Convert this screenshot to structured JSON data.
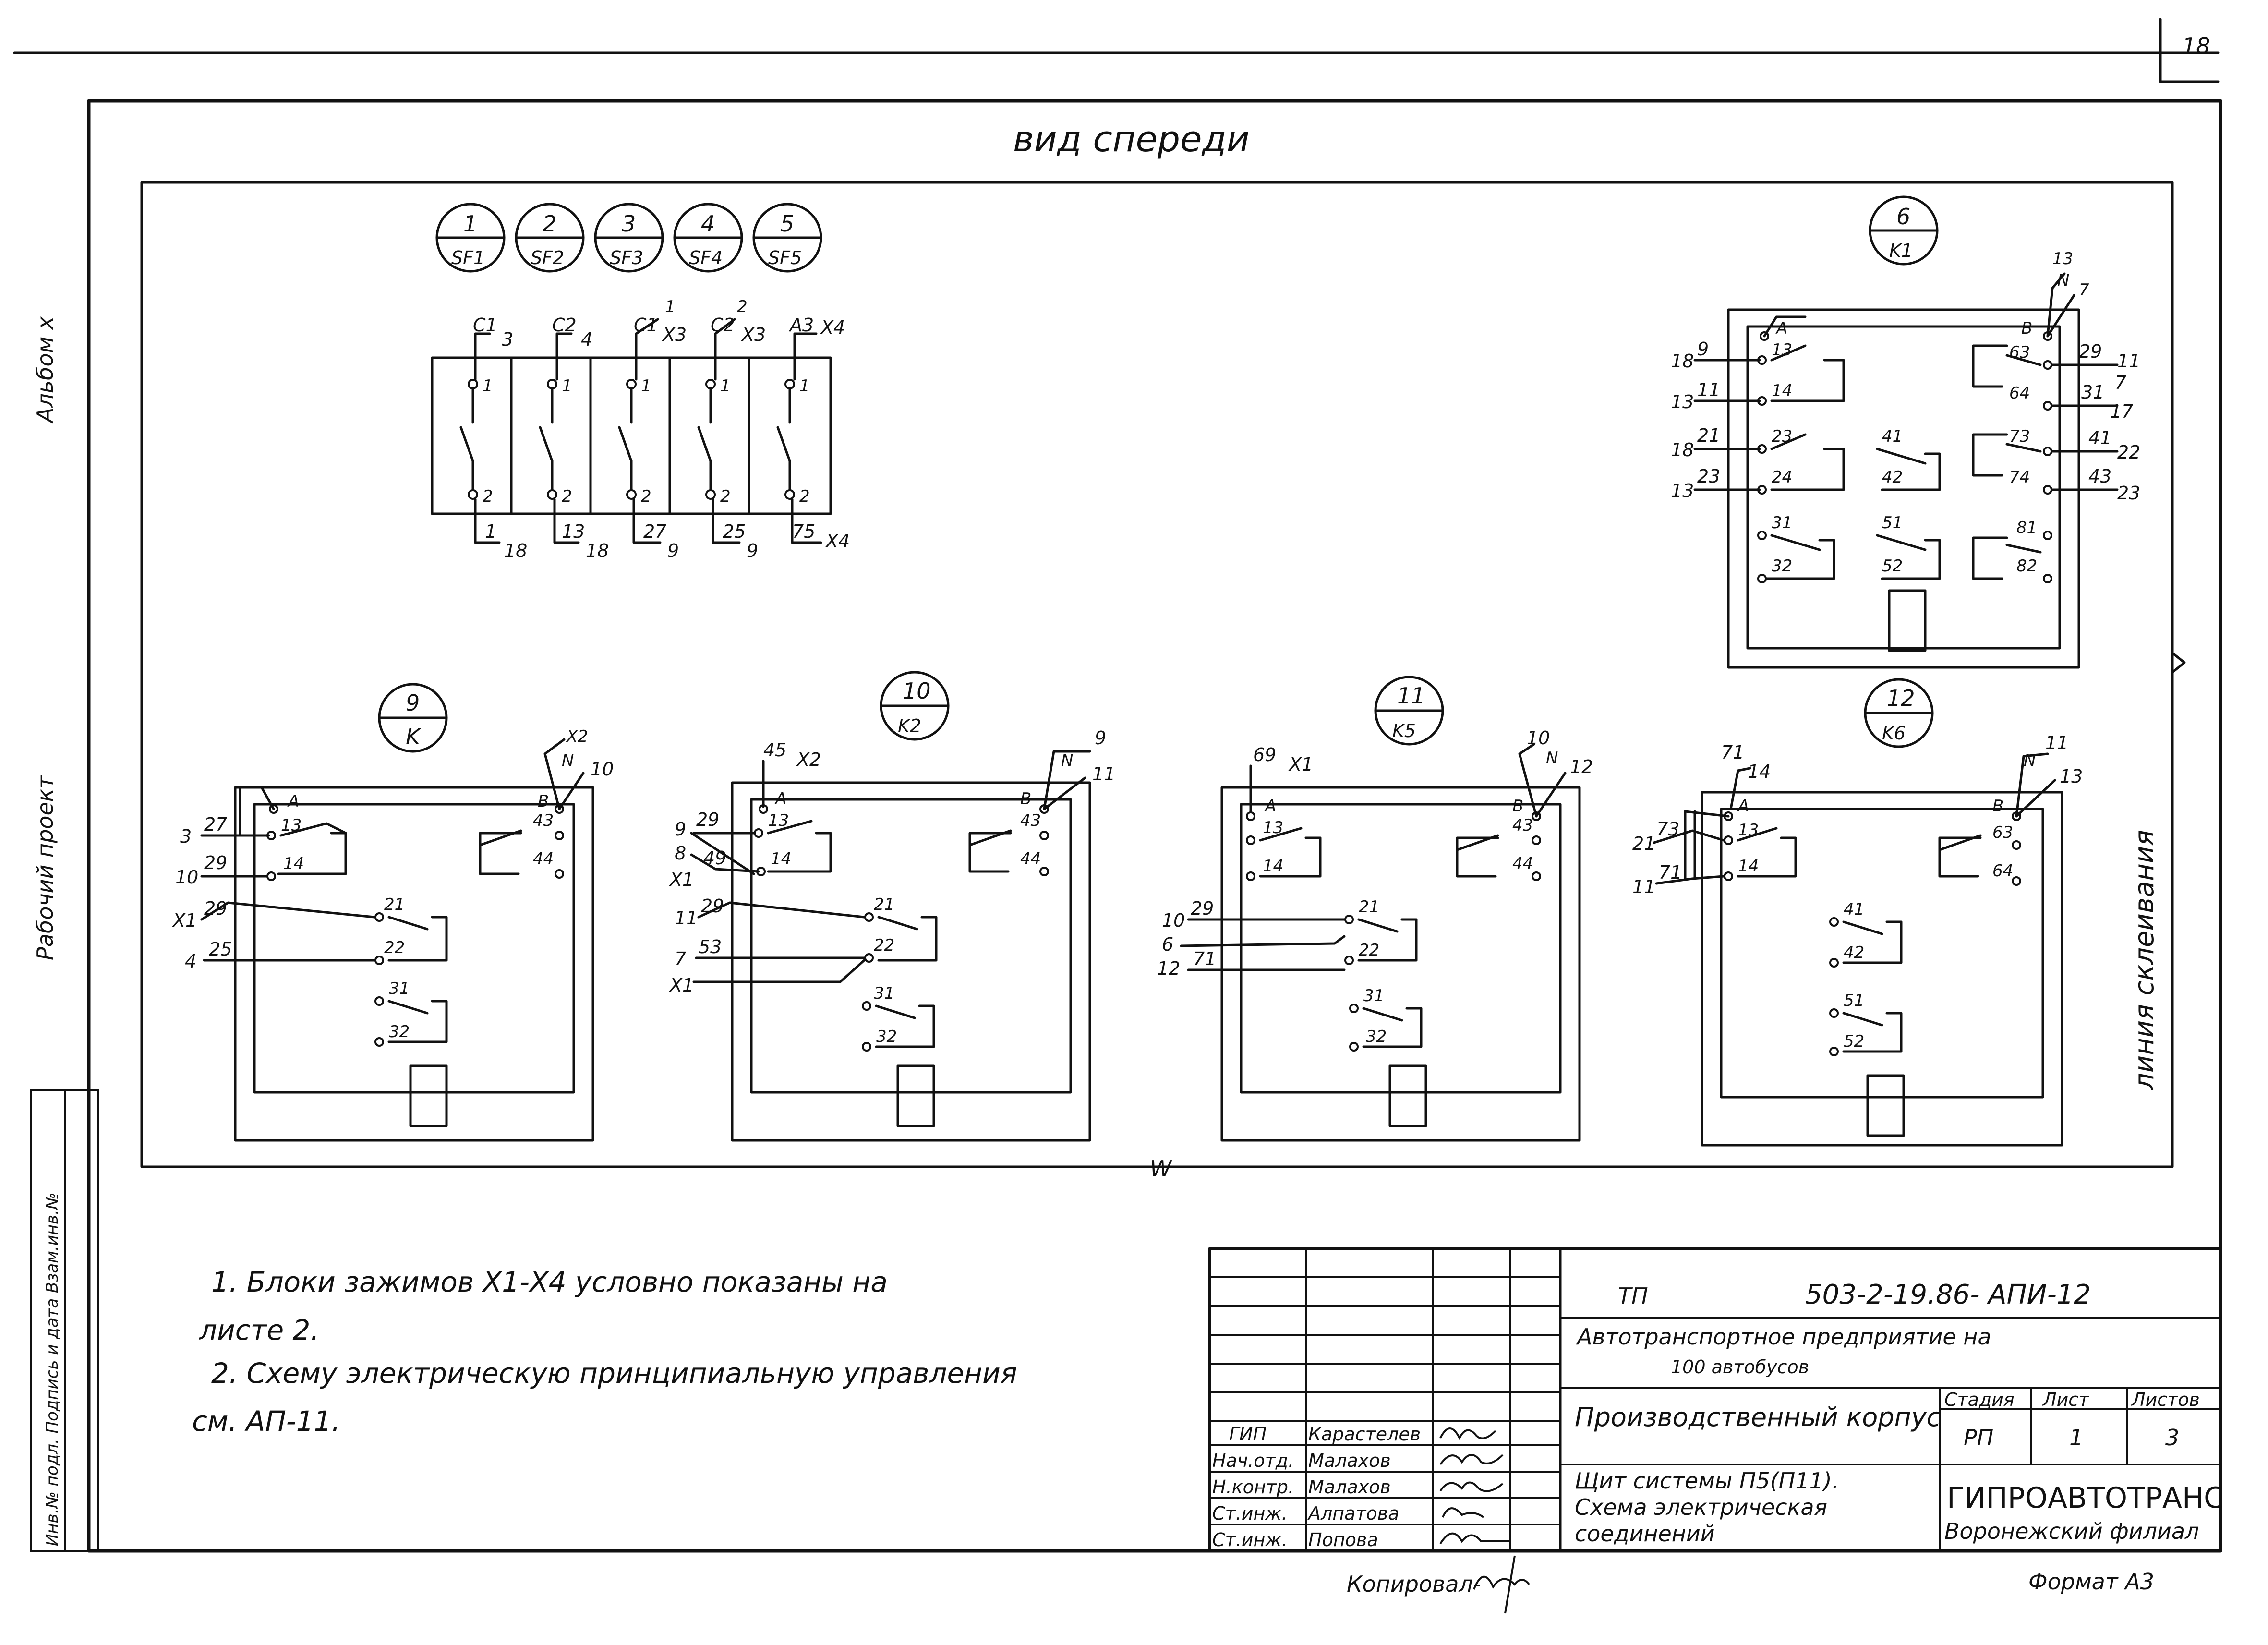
{
  "sheet_number": "18",
  "margin_labels": {
    "album": "Альбом х",
    "project": "Рабочий проект",
    "stamp": "Инв.№ подл. Подпись и дата Взам.инв.№"
  },
  "view_title": "вид спереди",
  "glue_line": "линия склеивания",
  "break_mark": "W",
  "breakers": [
    {
      "num": "1",
      "code": "SF1",
      "top_wire": "C1",
      "top_dest": "3",
      "pin_top": "1",
      "pin_bot": "2",
      "bot_wire": "1",
      "bot_dest": "18"
    },
    {
      "num": "2",
      "code": "SF2",
      "top_wire": "C2",
      "top_dest": "4",
      "pin_top": "1",
      "pin_bot": "2",
      "bot_wire": "13",
      "bot_dest": "18"
    },
    {
      "num": "3",
      "code": "SF3",
      "top_wire": "C1",
      "top_dest": "X3",
      "top_extra": "1",
      "pin_top": "1",
      "pin_bot": "2",
      "bot_wire": "27",
      "bot_dest": "9"
    },
    {
      "num": "4",
      "code": "SF4",
      "top_wire": "C2",
      "top_dest": "X3",
      "top_extra": "2",
      "pin_top": "1",
      "pin_bot": "2",
      "bot_wire": "25",
      "bot_dest": "9"
    },
    {
      "num": "5",
      "code": "SF5",
      "top_wire": "A3",
      "top_dest": "X4",
      "pin_top": "1",
      "pin_bot": "2",
      "bot_wire": "75",
      "bot_dest": "X4"
    }
  ],
  "relay_k1": {
    "num": "6",
    "code": "K1",
    "coil_a": "A",
    "coil_b": "B",
    "n": "N",
    "top_right": [
      "13",
      "7"
    ],
    "left_rows": [
      {
        "dest": "18",
        "wire": "9",
        "pin": "13"
      },
      {
        "dest": "13",
        "wire": "11",
        "pin": "14"
      },
      {
        "dest": "18",
        "wire": "21",
        "pin": "23"
      },
      {
        "dest": "13",
        "wire": "23",
        "pin": "24"
      }
    ],
    "mid_pins": [
      "41",
      "42",
      "51",
      "52"
    ],
    "left_low": [
      "31",
      "32"
    ],
    "right_rows": [
      {
        "pin": "63",
        "wire": "29",
        "dest": "11"
      },
      {
        "pin": "64",
        "wire": "31",
        "dest": "17"
      },
      {
        "pin": "73",
        "wire": "41",
        "dest": "22"
      },
      {
        "pin": "74",
        "wire": "43",
        "dest": "23"
      }
    ],
    "right_extra": "7",
    "right_low": [
      "81",
      "82"
    ]
  },
  "relays_bottom": [
    {
      "num": "9",
      "code": "K",
      "top_wire": "X2",
      "n": "N",
      "n_dest": "10",
      "coil_a": "A",
      "coil_b": "B",
      "left": [
        {
          "dest": "3",
          "wire": "27",
          "pin": "13"
        },
        {
          "dest": "10",
          "wire": "29",
          "pin": "14"
        },
        {
          "dest": "X1",
          "wire": "29",
          "pin": "21"
        },
        {
          "dest": "4",
          "wire": "25",
          "pin": "22"
        }
      ],
      "right": [
        "43",
        "44"
      ],
      "low": [
        "31",
        "32"
      ]
    },
    {
      "num": "10",
      "code": "K2",
      "top_left": "45",
      "top_left_dest": "X2",
      "n": "N",
      "n_dest": "11",
      "n_extra": "9",
      "coil_a": "A",
      "coil_b": "B",
      "left": [
        {
          "dest": "9",
          "wire": "29",
          "pin": "13"
        },
        {
          "dest": "8",
          "wire": "49",
          "pin": "14"
        },
        {
          "dest": "X1",
          "wire": "",
          "pin": ""
        },
        {
          "dest": "11",
          "wire": "29",
          "pin": "21"
        },
        {
          "dest": "7",
          "wire": "53",
          "pin": "22"
        },
        {
          "dest": "X1",
          "wire": "",
          "pin": ""
        }
      ],
      "right": [
        "43",
        "44"
      ],
      "low": [
        "31",
        "32"
      ]
    },
    {
      "num": "11",
      "code": "K5",
      "top_left": "69",
      "top_left_dest": "X1",
      "n": "N",
      "n_dest": "12",
      "n_extra": "10",
      "coil_a": "A",
      "coil_b": "B",
      "left": [
        {
          "dest": "",
          "wire": "",
          "pin": "13"
        },
        {
          "dest": "",
          "wire": "",
          "pin": "14"
        },
        {
          "dest": "10",
          "wire": "29",
          "pin": "21"
        },
        {
          "dest": "6",
          "wire": "",
          "pin": "22"
        },
        {
          "dest": "12",
          "wire": "71",
          "pin": ""
        }
      ],
      "right": [
        "43",
        "44"
      ],
      "low": [
        "31",
        "32"
      ]
    },
    {
      "num": "12",
      "code": "K6",
      "top_left": "71",
      "top_left_dest": "14",
      "n": "N",
      "n_dest": "13",
      "n_extra": "11",
      "coil_a": "A",
      "coil_b": "B",
      "left": [
        {
          "dest": "21",
          "wire": "73",
          "pin": "13"
        },
        {
          "dest": "11",
          "wire": "71",
          "pin": "14"
        }
      ],
      "right": [
        "63",
        "64"
      ],
      "mid": [
        "41",
        "42",
        "51",
        "52"
      ]
    }
  ],
  "notes": [
    "1. Блоки зажимов Х1-Х4 условно показаны на",
    "листе 2.",
    "2. Схему электрическую принципиальную управления",
    "см. АП-11."
  ],
  "title_block": {
    "designation_prefix": "ТП",
    "designation": "503-2-19.86- АПИ-12",
    "object_line1": "Автотранспортное предприятие на",
    "object_line2": "100 автобусов",
    "building": "Производственный корпус",
    "sheet_title_line1": "Щит системы П5(П11).",
    "sheet_title_line2": "Схема электрическая",
    "sheet_title_line3": "соединений",
    "stage_label": "Стадия",
    "sheet_label": "Лист",
    "sheets_label": "Листов",
    "stage": "РП",
    "sheet": "1",
    "sheets": "3",
    "org_line1": "ГИПРОАВТОТРАНС",
    "org_line2": "Воронежский филиал",
    "staff": [
      {
        "role": "ГИП",
        "name": "Карастелев"
      },
      {
        "role": "Нач.отд.",
        "name": "Малахов"
      },
      {
        "role": "Н.контр.",
        "name": "Малахов"
      },
      {
        "role": "Ст.инж.",
        "name": "Алпатова"
      },
      {
        "role": "Ст.инж.",
        "name": "Попова"
      }
    ]
  },
  "copied_by": "Копировал-",
  "format": "Формат А3"
}
